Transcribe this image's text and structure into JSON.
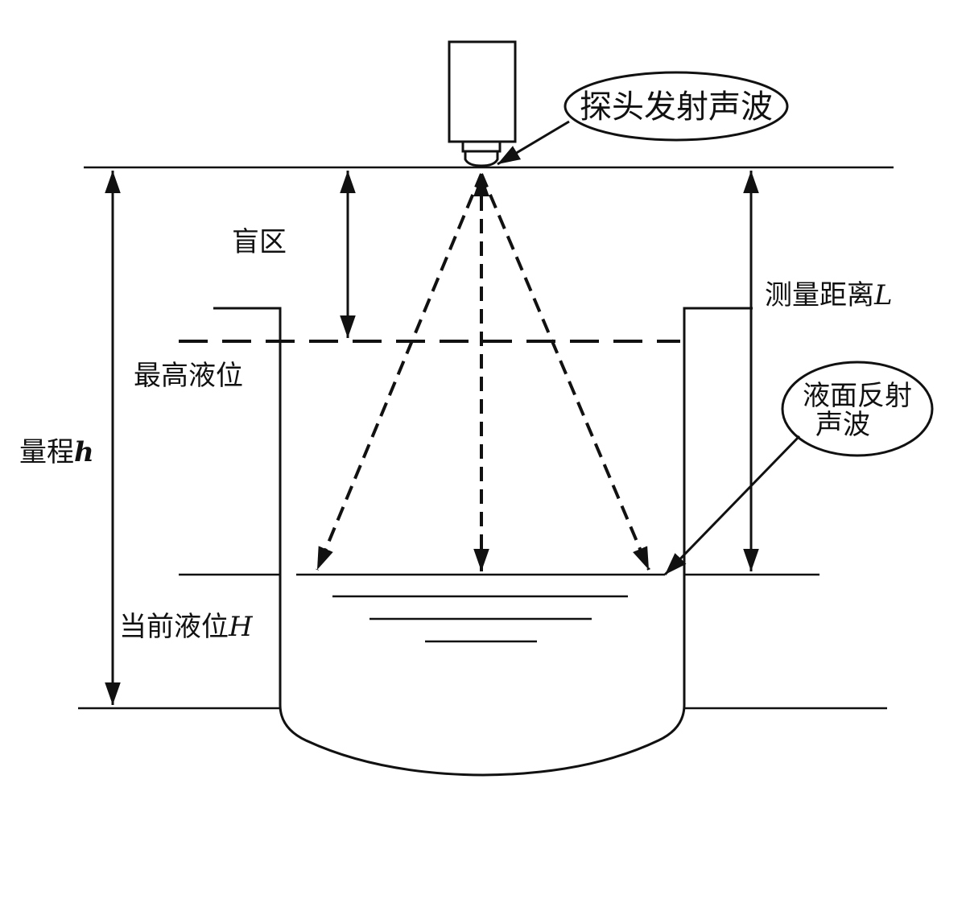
{
  "diagram": {
    "title": "Ultrasonic level measurement principle",
    "colors": {
      "line": "#111111",
      "background": "#ffffff"
    },
    "labels": {
      "probe_callout": "探头发射声波",
      "blind_zone": "盲区",
      "measured_distance": "测量距离",
      "measured_distance_var": "L",
      "max_level": "最高液位",
      "surface_callout_line1": "液面反射",
      "surface_callout_line2": "声波",
      "range": "量程",
      "range_var": "h",
      "current_level": "当前液位",
      "current_level_var": "H"
    },
    "elements": [
      "probe",
      "probe-emit-callout",
      "top-reference-line",
      "blind-zone-arrow",
      "max-level-dashed-line",
      "sound-wave-beams",
      "liquid-surface",
      "tank",
      "range-arrow",
      "measured-distance-arrow",
      "surface-reflect-callout",
      "bottom-reference-line"
    ]
  }
}
